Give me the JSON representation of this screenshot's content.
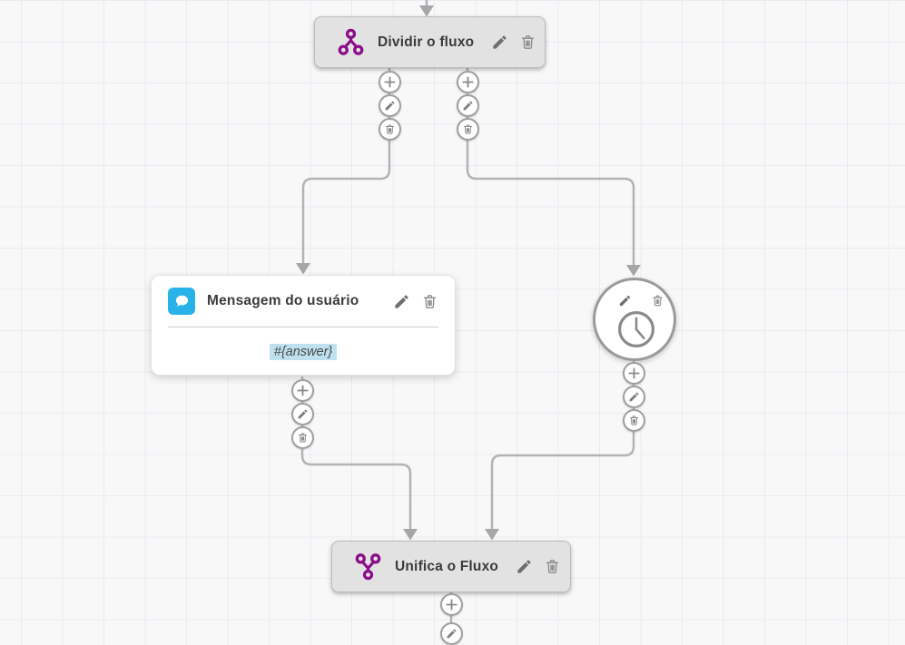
{
  "canvas": {
    "bg_color": "#f8f8f9",
    "grid_line_color": "#e8ebf2",
    "edge_color": "#b3b3b6",
    "arrow_color": "#a6a6a9"
  },
  "nodes": {
    "split": {
      "title": "Dividir o fluxo",
      "icon": "split-icon",
      "icon_color": "#8A0D8A"
    },
    "user_message": {
      "title": "Mensagem do usuário",
      "icon": "chat-bubble-icon",
      "icon_bg_color": "#29B2E8",
      "content_variable": "#{answer}",
      "content_highlight_color": "#BFE0EE"
    },
    "timer": {
      "icon": "clock-icon",
      "icon_color": "#8B8B8B"
    },
    "merge": {
      "title": "Unifica o Fluxo",
      "icon": "merge-icon",
      "icon_color": "#8A0D8A"
    }
  },
  "node_actions": {
    "edit": "edit-pencil-icon",
    "delete": "trash-icon"
  },
  "connector_actions": {
    "add": "plus-icon",
    "edit": "edit-pencil-icon",
    "delete": "trash-icon"
  }
}
